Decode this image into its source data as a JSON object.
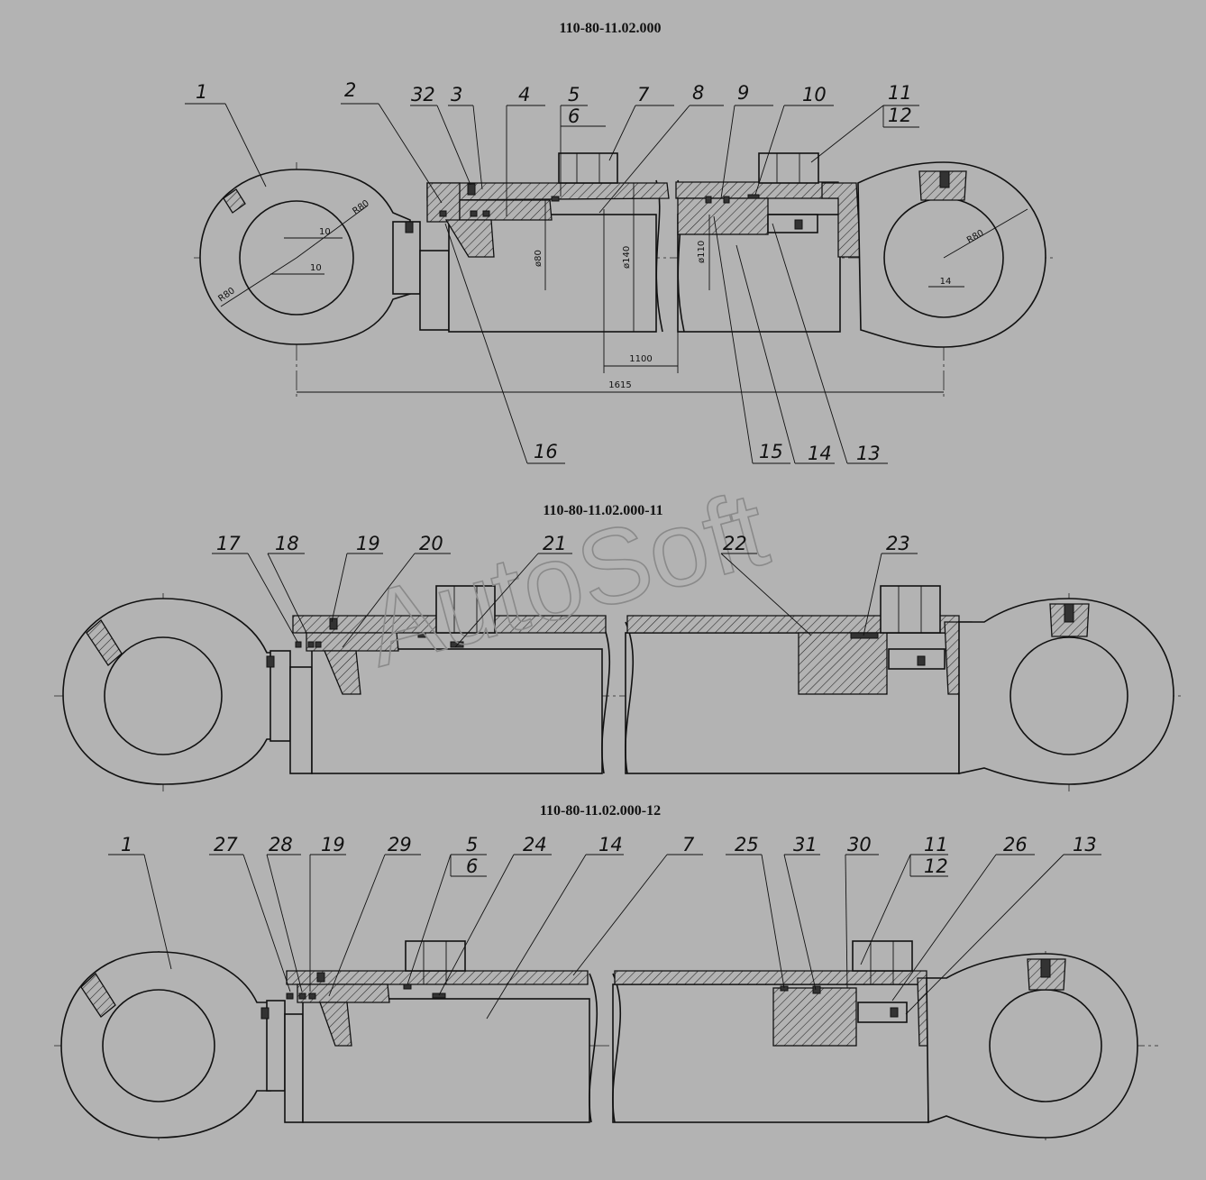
{
  "views": [
    {
      "title": "110-80-11.02.000"
    },
    {
      "title": "110-80-11.02.000-11"
    },
    {
      "title": "110-80-11.02.000-12"
    }
  ],
  "watermark": "AutoSoft",
  "callouts_view1": [
    "1",
    "2",
    "32",
    "3",
    "4",
    "5",
    "6",
    "7",
    "8",
    "9",
    "10",
    "11",
    "12",
    "16",
    "15",
    "14",
    "13"
  ],
  "callouts_view2": [
    "17",
    "18",
    "19",
    "20",
    "21",
    "22",
    "23"
  ],
  "callouts_view3": [
    "1",
    "27",
    "28",
    "19",
    "29",
    "5",
    "6",
    "24",
    "14",
    "7",
    "25",
    "31",
    "30",
    "11",
    "12",
    "26",
    "13"
  ],
  "dimensions": {
    "r80_a": "R80",
    "r80_b": "R80",
    "r80_c": "R80",
    "ten_a": "10",
    "ten_b": "10",
    "d80": "ø80",
    "d140": "ø140",
    "d110": "ø110",
    "l1100": "1100",
    "l1615": "1615",
    "w14": "14"
  }
}
